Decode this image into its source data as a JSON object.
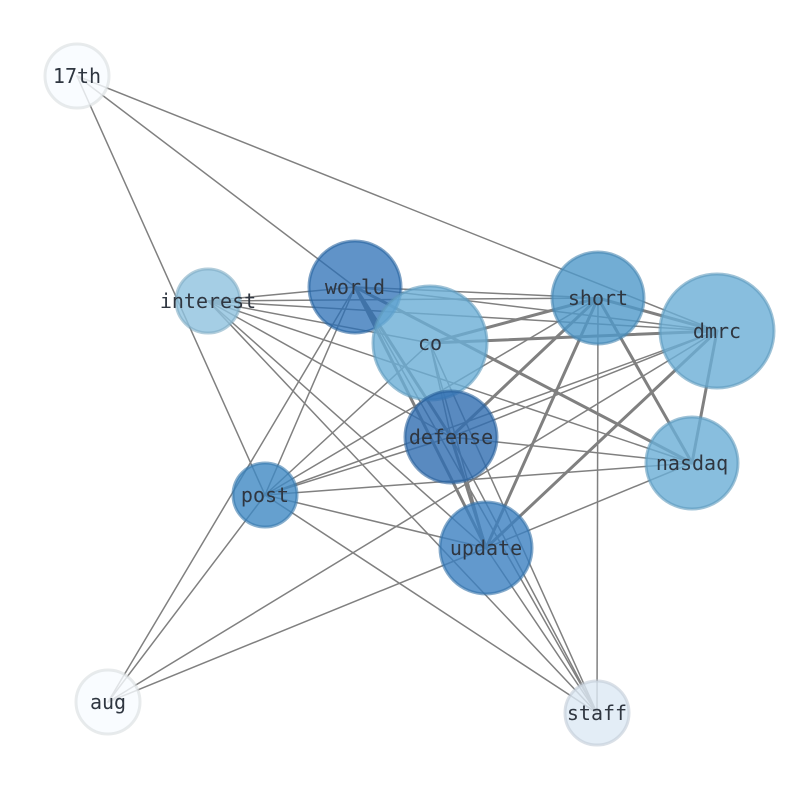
{
  "nodes": [
    {
      "id": "17th",
      "label": "17th",
      "color": "#f7fbff",
      "opacity": 0.8
    },
    {
      "id": "interest",
      "label": "interest",
      "color": "#8fc2de",
      "opacity": 0.8
    },
    {
      "id": "world",
      "label": "world",
      "color": "#2b6fb5",
      "opacity": 0.75
    },
    {
      "id": "co",
      "label": "co",
      "color": "#6aaed6",
      "opacity": 0.8
    },
    {
      "id": "short",
      "label": "short",
      "color": "#4f98c9",
      "opacity": 0.8
    },
    {
      "id": "dmrc",
      "label": "dmrc",
      "color": "#6aaed6",
      "opacity": 0.8
    },
    {
      "id": "defense",
      "label": "defense",
      "color": "#2f6db0",
      "opacity": 0.8
    },
    {
      "id": "nasdaq",
      "label": "nasdaq",
      "color": "#6aaed6",
      "opacity": 0.8
    },
    {
      "id": "post",
      "label": "post",
      "color": "#3f88c3",
      "opacity": 0.8
    },
    {
      "id": "update",
      "label": "update",
      "color": "#3b80c0",
      "opacity": 0.8
    },
    {
      "id": "aug",
      "label": "aug",
      "color": "#f7fbff",
      "opacity": 0.8
    },
    {
      "id": "staff",
      "label": "staff",
      "color": "#dce8f4",
      "opacity": 0.8
    }
  ],
  "edges": [
    {
      "source": "17th",
      "target": "world",
      "weight": 1
    },
    {
      "source": "17th",
      "target": "post",
      "weight": 1
    },
    {
      "source": "17th",
      "target": "dmrc",
      "weight": 1
    },
    {
      "source": "interest",
      "target": "world",
      "weight": 1
    },
    {
      "source": "interest",
      "target": "short",
      "weight": 1
    },
    {
      "source": "interest",
      "target": "dmrc",
      "weight": 1
    },
    {
      "source": "interest",
      "target": "co",
      "weight": 1
    },
    {
      "source": "interest",
      "target": "defense",
      "weight": 1
    },
    {
      "source": "interest",
      "target": "nasdaq",
      "weight": 1
    },
    {
      "source": "interest",
      "target": "update",
      "weight": 1
    },
    {
      "source": "interest",
      "target": "staff",
      "weight": 1
    },
    {
      "source": "world",
      "target": "short",
      "weight": 1
    },
    {
      "source": "world",
      "target": "dmrc",
      "weight": 1
    },
    {
      "source": "world",
      "target": "defense",
      "weight": 2
    },
    {
      "source": "world",
      "target": "nasdaq",
      "weight": 2
    },
    {
      "source": "world",
      "target": "update",
      "weight": 2
    },
    {
      "source": "world",
      "target": "staff",
      "weight": 1
    },
    {
      "source": "world",
      "target": "post",
      "weight": 1
    },
    {
      "source": "world",
      "target": "aug",
      "weight": 1
    },
    {
      "source": "co",
      "target": "short",
      "weight": 2
    },
    {
      "source": "co",
      "target": "dmrc",
      "weight": 2
    },
    {
      "source": "co",
      "target": "defense",
      "weight": 1
    },
    {
      "source": "co",
      "target": "update",
      "weight": 1
    },
    {
      "source": "co",
      "target": "post",
      "weight": 1
    },
    {
      "source": "co",
      "target": "staff",
      "weight": 1
    },
    {
      "source": "short",
      "target": "dmrc",
      "weight": 2
    },
    {
      "source": "short",
      "target": "defense",
      "weight": 2
    },
    {
      "source": "short",
      "target": "nasdaq",
      "weight": 2
    },
    {
      "source": "short",
      "target": "update",
      "weight": 2
    },
    {
      "source": "short",
      "target": "staff",
      "weight": 1
    },
    {
      "source": "short",
      "target": "post",
      "weight": 1
    },
    {
      "source": "dmrc",
      "target": "defense",
      "weight": 1
    },
    {
      "source": "dmrc",
      "target": "nasdaq",
      "weight": 2
    },
    {
      "source": "dmrc",
      "target": "update",
      "weight": 2
    },
    {
      "source": "dmrc",
      "target": "post",
      "weight": 1
    },
    {
      "source": "dmrc",
      "target": "aug",
      "weight": 1
    },
    {
      "source": "defense",
      "target": "nasdaq",
      "weight": 1
    },
    {
      "source": "defense",
      "target": "update",
      "weight": 2
    },
    {
      "source": "defense",
      "target": "post",
      "weight": 1
    },
    {
      "source": "defense",
      "target": "staff",
      "weight": 1
    },
    {
      "source": "nasdaq",
      "target": "post",
      "weight": 1
    },
    {
      "source": "nasdaq",
      "target": "update",
      "weight": 1
    },
    {
      "source": "update",
      "target": "post",
      "weight": 1
    },
    {
      "source": "update",
      "target": "aug",
      "weight": 1
    },
    {
      "source": "update",
      "target": "staff",
      "weight": 1
    },
    {
      "source": "post",
      "target": "aug",
      "weight": 1
    },
    {
      "source": "post",
      "target": "staff",
      "weight": 1
    }
  ]
}
